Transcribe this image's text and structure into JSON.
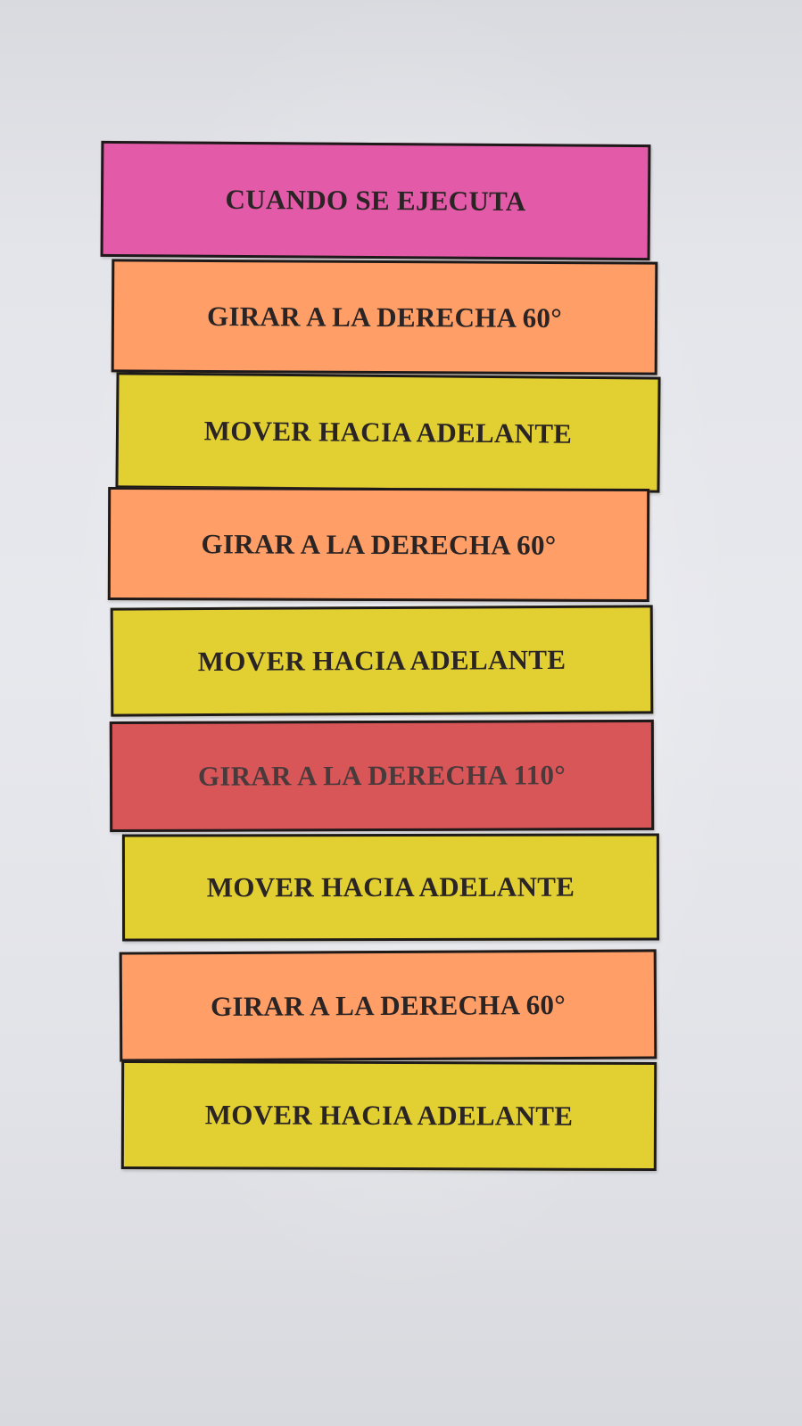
{
  "colors": {
    "magenta": "#e25aa8",
    "orange": "#ff9e66",
    "yellow": "#e2d033",
    "red": "#d95658",
    "border": "#1e1a1a"
  },
  "cards": [
    {
      "label": "CUANDO SE EJECUTA",
      "color": "magenta"
    },
    {
      "label": "GIRAR A LA DERECHA 60°",
      "color": "orange"
    },
    {
      "label": "MOVER HACIA ADELANTE",
      "color": "yellow"
    },
    {
      "label": "GIRAR A LA DERECHA 60°",
      "color": "orange"
    },
    {
      "label": "MOVER HACIA ADELANTE",
      "color": "yellow"
    },
    {
      "label": "GIRAR A LA DERECHA 110°",
      "color": "red"
    },
    {
      "label": "MOVER HACIA ADELANTE",
      "color": "yellow"
    },
    {
      "label": "GIRAR A LA DERECHA 60°",
      "color": "orange"
    },
    {
      "label": "MOVER HACIA ADELANTE",
      "color": "yellow"
    }
  ]
}
